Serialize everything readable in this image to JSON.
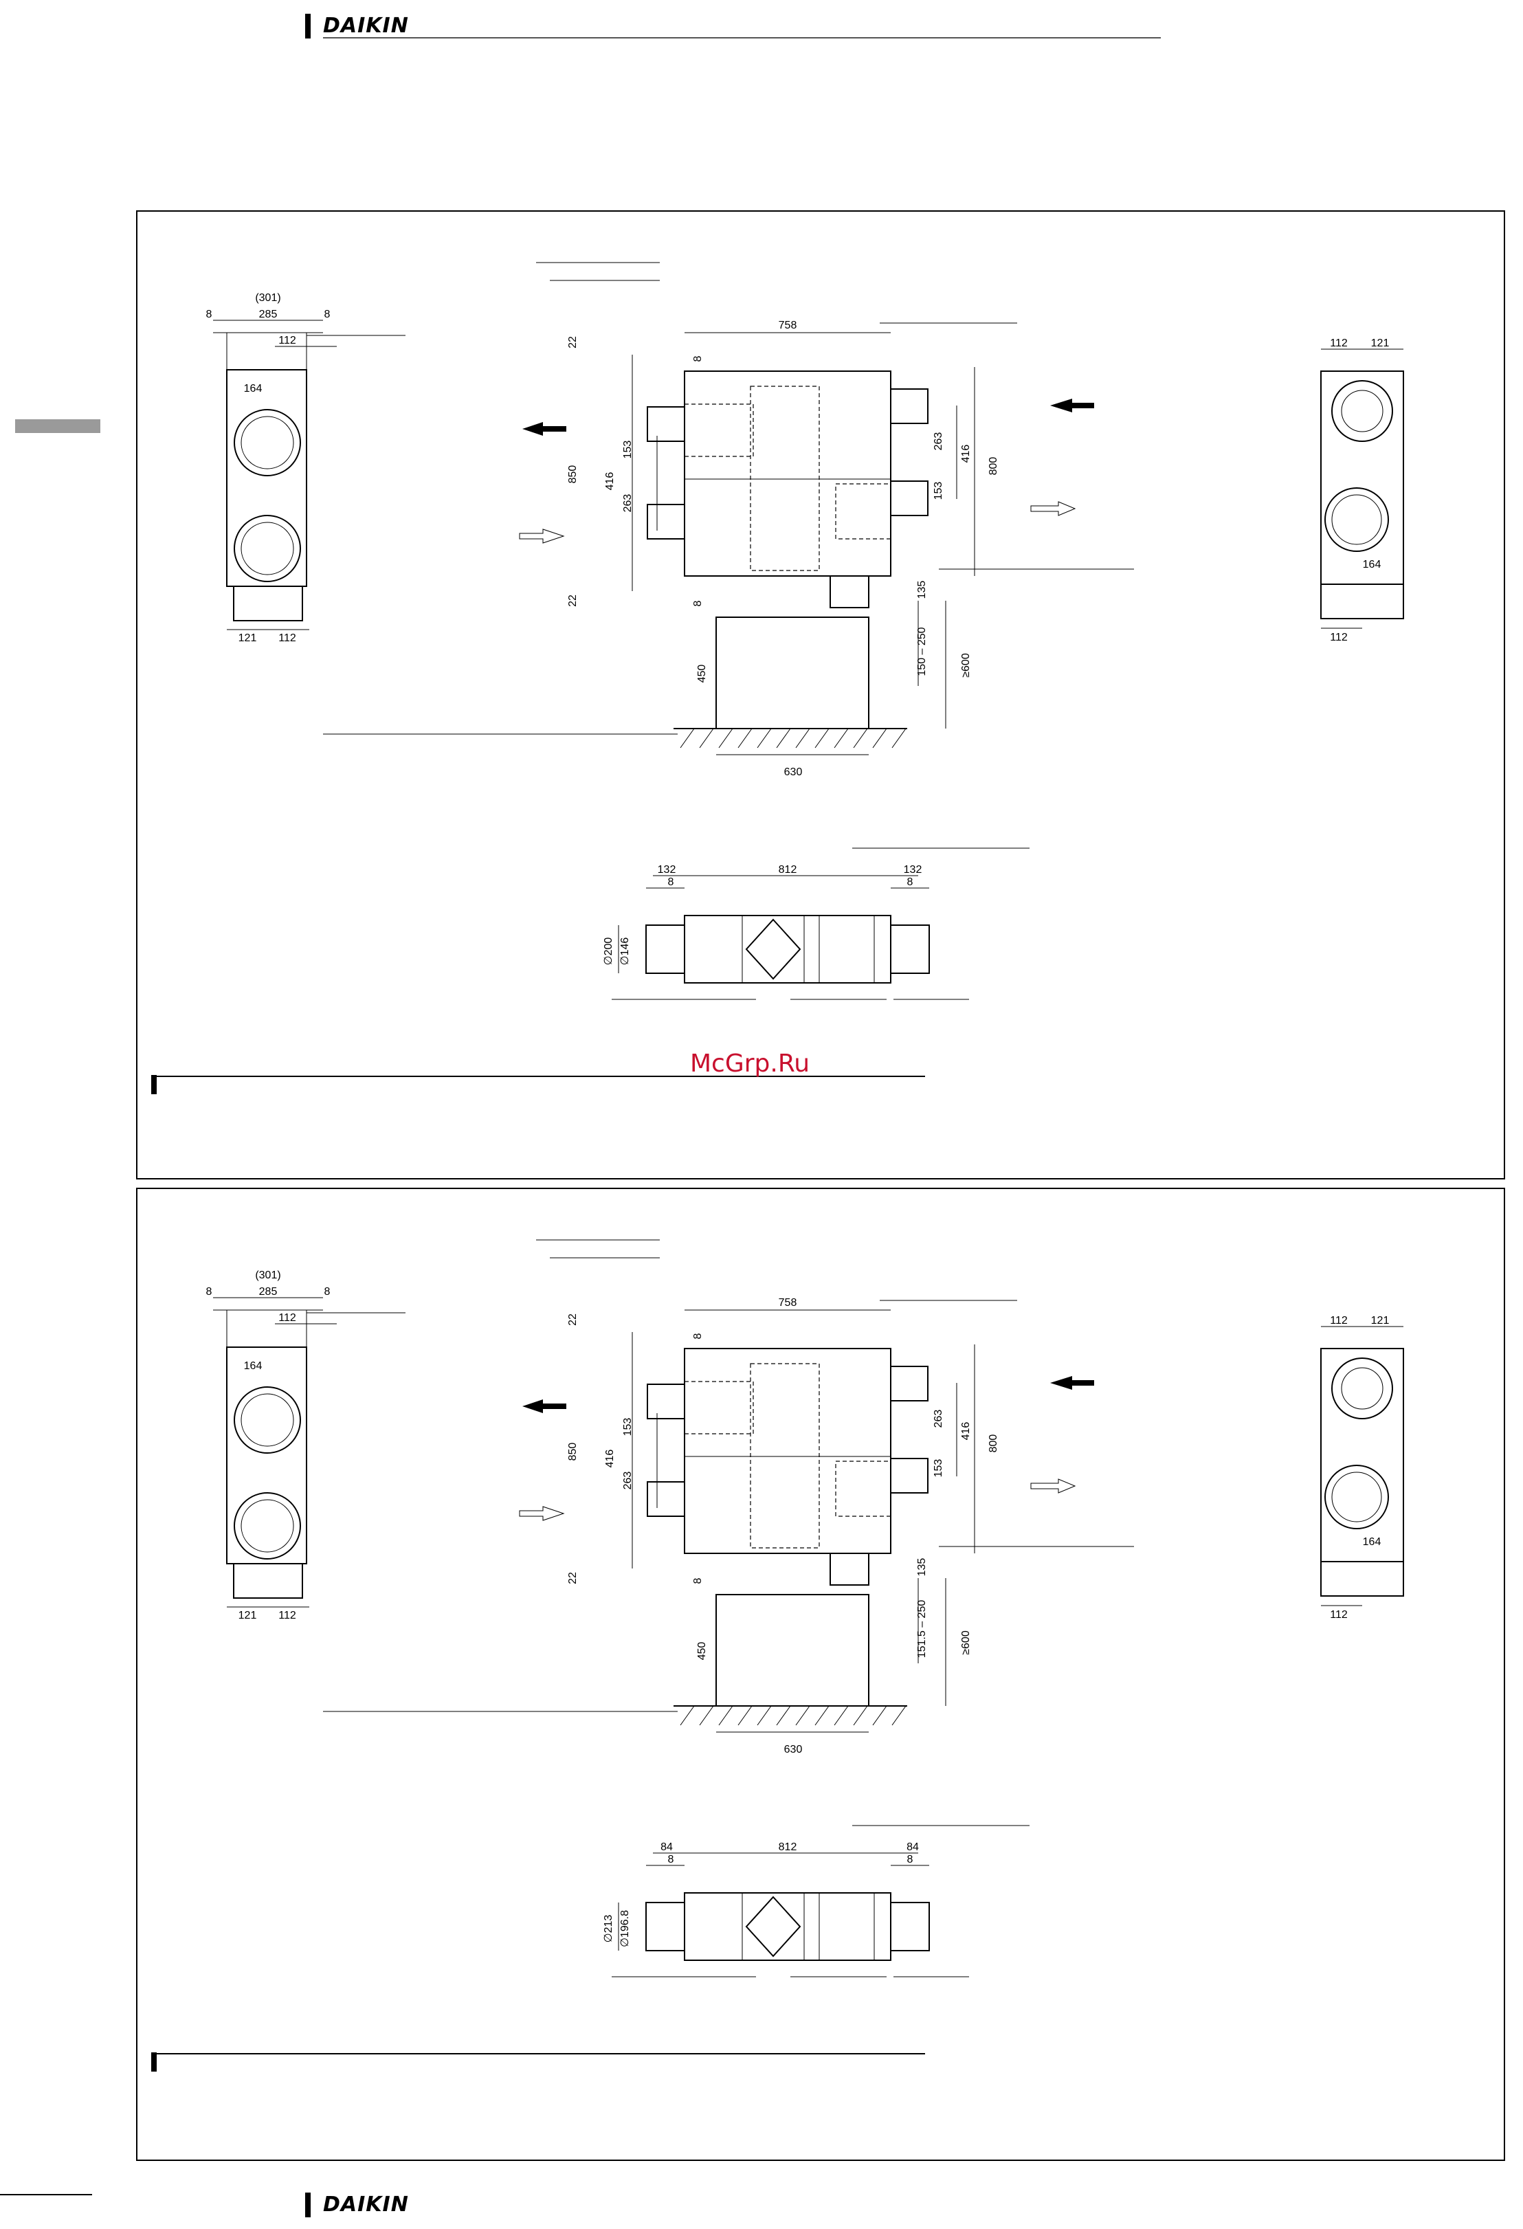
{
  "header": {
    "brand": "DAIKIN"
  },
  "footer": {
    "brand": "DAIKIN"
  },
  "watermark": "McGrp.Ru",
  "panels": [
    {
      "id": "top",
      "dims": {
        "d301": "(301)",
        "d285": "285",
        "d8a": "8",
        "d8b": "8",
        "d112a": "112",
        "d164": "164",
        "d121": "121",
        "d112b": "112",
        "d758": "758",
        "d8c": "8",
        "d8d": "8",
        "d22a": "22",
        "d22b": "22",
        "d850": "850",
        "d416a": "416",
        "d153a": "153",
        "d263a": "263",
        "d263b": "263",
        "d416b": "416",
        "d153b": "153",
        "d800": "800",
        "d135": "135",
        "d450": "450",
        "drange": "150 – 250",
        "d600": "≥600",
        "d630": "630",
        "r112a": "112",
        "r121": "121",
        "r164": "164",
        "r112b": "112",
        "b132a": "132",
        "b812": "812",
        "b132b": "132",
        "b8a": "8",
        "b8b": "8",
        "bdia1": "∅200",
        "bdia2": "∅146"
      }
    },
    {
      "id": "bottom",
      "dims": {
        "d301": "(301)",
        "d285": "285",
        "d8a": "8",
        "d8b": "8",
        "d112a": "112",
        "d164": "164",
        "d121": "121",
        "d112b": "112",
        "d758": "758",
        "d8c": "8",
        "d8d": "8",
        "d22a": "22",
        "d22b": "22",
        "d850": "850",
        "d416a": "416",
        "d153a": "153",
        "d263a": "263",
        "d263b": "263",
        "d416b": "416",
        "d153b": "153",
        "d800": "800",
        "d135": "135",
        "d450": "450",
        "drange": "151.5 – 250",
        "d600": "≥600",
        "d630": "630",
        "r112a": "112",
        "r121": "121",
        "r164": "164",
        "r112b": "112",
        "b132a": "84",
        "b812": "812",
        "b132b": "84",
        "b8a": "8",
        "b8b": "8",
        "bdia1": "∅213",
        "bdia2": "∅196.8"
      }
    }
  ]
}
